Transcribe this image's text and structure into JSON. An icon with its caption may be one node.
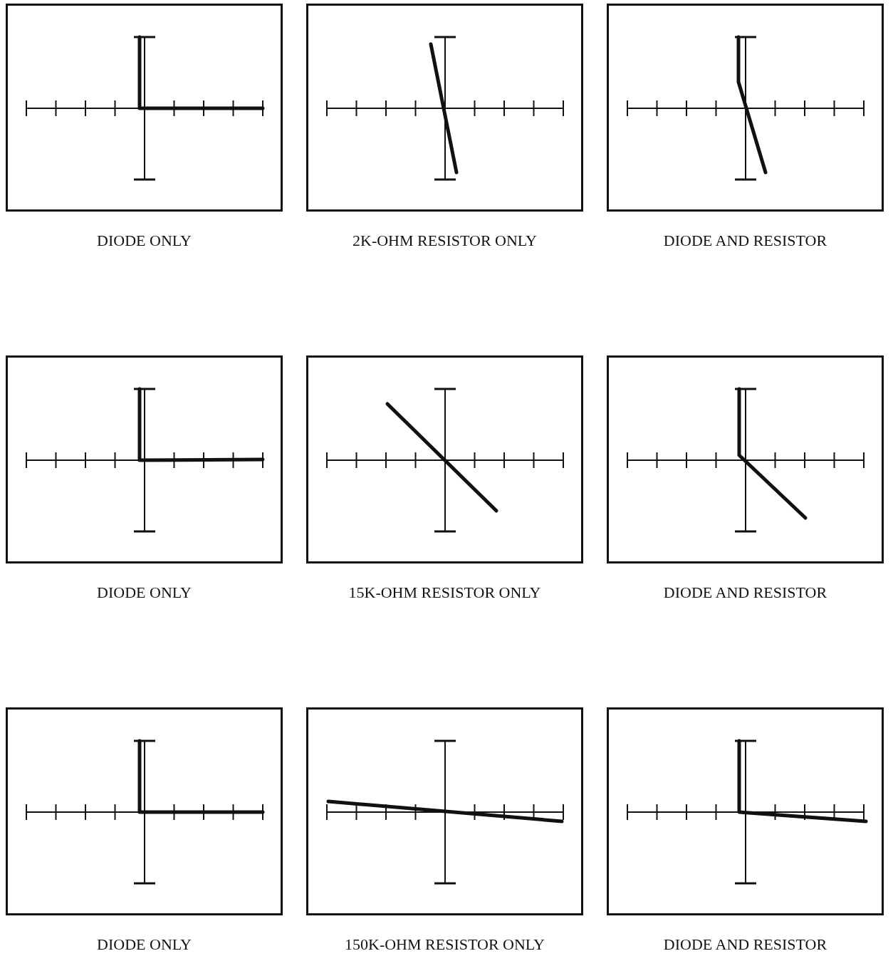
{
  "diagram": {
    "labels": [
      "DIODE ONLY",
      "2K-OHM RESISTOR ONLY",
      "DIODE AND RESISTOR",
      "DIODE ONLY",
      "15K-OHM RESISTOR ONLY",
      "DIODE AND RESISTOR",
      "DIODE ONLY",
      "150K-OHM RESISTOR ONLY",
      "DIODE AND RESISTOR"
    ]
  }
}
